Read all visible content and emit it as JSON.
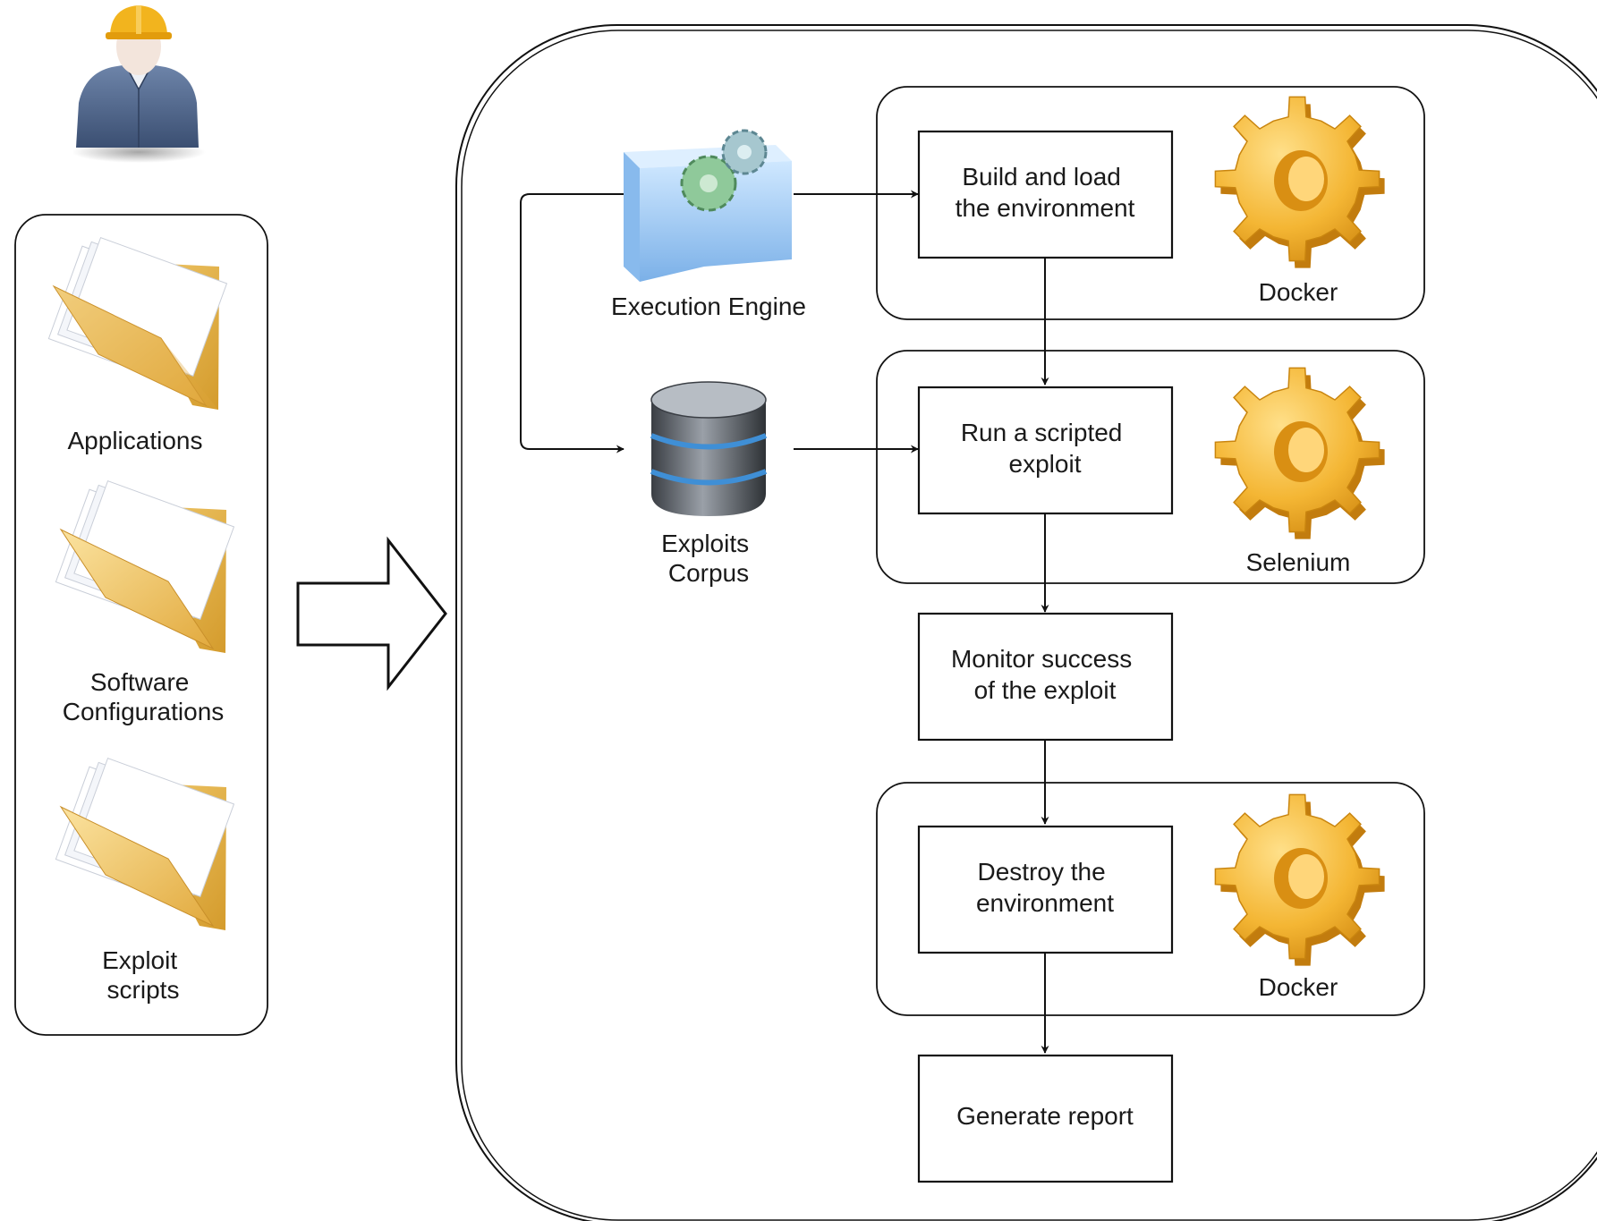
{
  "inputs": {
    "applications": "Applications",
    "software_configurations": [
      "Software",
      "Configurations"
    ],
    "exploit_scripts": [
      "Exploit",
      "scripts"
    ]
  },
  "components": {
    "execution_engine": "Execution Engine",
    "exploits_corpus": [
      "Exploits",
      "Corpus"
    ]
  },
  "steps": {
    "build": [
      "Build and load",
      "the environment"
    ],
    "run": [
      "Run a scripted",
      "exploit"
    ],
    "monitor": [
      "Monitor success",
      "of the exploit"
    ],
    "destroy": [
      "Destroy the",
      "environment"
    ],
    "report": [
      "Generate report"
    ]
  },
  "tools": {
    "build_tool": "Docker",
    "run_tool": "Selenium",
    "destroy_tool": "Docker"
  },
  "icons": {
    "user": "engineer-user-icon",
    "folder": "folder-icon",
    "engine": "execution-engine-icon",
    "database": "database-icon",
    "gear": "gear-icon",
    "arrow": "big-right-arrow-icon"
  },
  "colors": {
    "folder": "#e8b84a",
    "gear": "#f2b530",
    "engine": "#7fb8ea",
    "database": "#555a60",
    "stroke": "#111111"
  }
}
